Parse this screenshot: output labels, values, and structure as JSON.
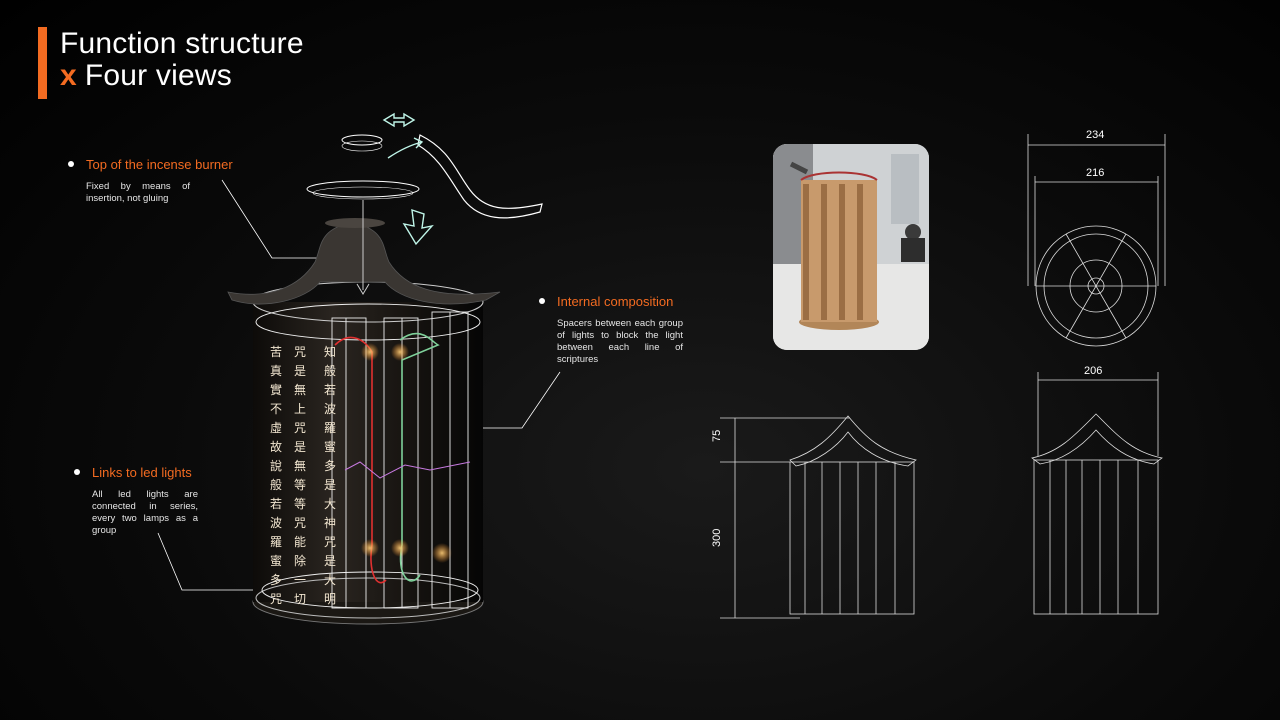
{
  "title": {
    "line1": "Function structure",
    "line2_prefix": "x",
    "line2": "Four views"
  },
  "callouts": {
    "top": {
      "heading": "Top of the incense burner",
      "description": "Fixed by means of insertion, not gluing"
    },
    "internal": {
      "heading": "Internal composition",
      "description": "Spacers between each group of lights to block the light between each line of scriptures"
    },
    "leds": {
      "heading": "Links to led lights",
      "description": "All led lights are connected in series, every two lamps as a group"
    }
  },
  "scripture_columns": [
    [
      "知",
      "般",
      "若",
      "波",
      "羅",
      "蜜",
      "多",
      "是",
      "大",
      "神",
      "咒",
      "是",
      "大",
      "明"
    ],
    [
      "咒",
      "是",
      "無",
      "上",
      "咒",
      "是",
      "無",
      "等",
      "等",
      "咒",
      "能",
      "除",
      "一",
      "切"
    ],
    [
      "苦",
      "真",
      "實",
      "不",
      "虛",
      "故",
      "說",
      "般",
      "若",
      "波",
      "羅",
      "蜜",
      "多",
      "咒"
    ]
  ],
  "dimensions": {
    "top_outer": "234",
    "top_inner": "216",
    "side_width": "206",
    "roof_height": "75",
    "body_height": "300"
  },
  "colors": {
    "accent": "#f36b21",
    "background": "#000000",
    "line": "#ffffff",
    "arrow": "#bff5e8"
  }
}
